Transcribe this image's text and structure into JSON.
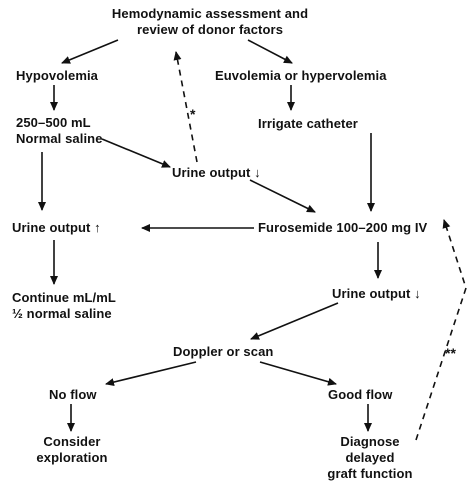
{
  "nodes": {
    "assessment": [
      "Hemodynamic assessment and",
      "review of donor factors"
    ],
    "hypovolemia": "Hypovolemia",
    "euvolemia": "Euvolemia or hypervolemia",
    "saline": [
      "250–500 mL",
      "Normal saline"
    ],
    "irrigate": "Irrigate catheter",
    "urine_down_1": "Urine output ↓",
    "urine_up": "Urine output ↑",
    "furosemide": "Furosemide 100–200 mg IV",
    "continue": [
      "Continue mL/mL",
      "½ normal saline"
    ],
    "urine_down_2": "Urine output ↓",
    "doppler": "Doppler or scan",
    "no_flow": "No flow",
    "good_flow": "Good flow",
    "consider": [
      "Consider",
      "exploration"
    ],
    "diagnose": [
      "Diagnose",
      "delayed",
      "graft function"
    ]
  },
  "annotations": {
    "single_star": "*",
    "double_star": "**"
  }
}
